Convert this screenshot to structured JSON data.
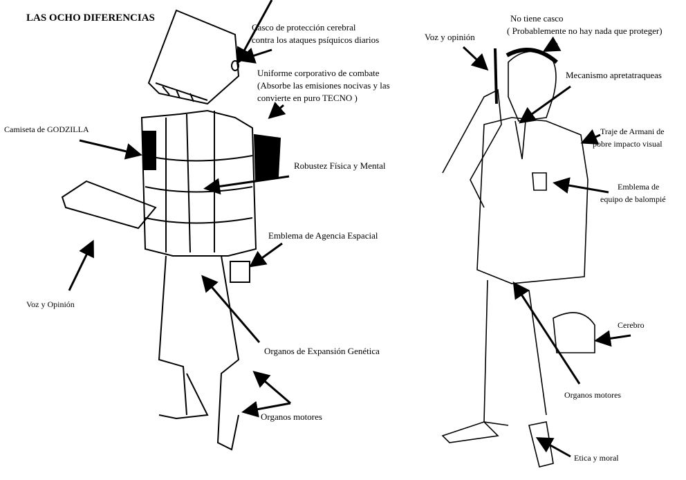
{
  "title": "LAS OCHO DIFERENCIAS",
  "left_figure": {
    "labels": {
      "helmet_1": "Casco de protección cerebral",
      "helmet_2": "contra los ataques psíquicos diarios",
      "uniform_1": "Uniforme corporativo de combate",
      "uniform_2": "(Absorbe las emisiones nocivas y las",
      "uniform_3": "convierte en puro TECNO )",
      "tshirt": "Camiseta de GODZILLA",
      "strength": "Robustez Física y Mental",
      "emblem": "Emblema de Agencia Espacial",
      "voice": "Voz y Opinión",
      "organs": "Organos de Expansión Genética",
      "motor": "Organos motores"
    }
  },
  "right_figure": {
    "labels": {
      "nohelmet_1": "No tiene casco",
      "nohelmet_2": "( Probablemente no hay nada que proteger)",
      "voice": "Voz y opinión",
      "tie": "Mecanismo apretatraqueas",
      "suit_1": "Traje de Armani de",
      "suit_2": "pobre impacto visual",
      "emblem_1": "Emblema de",
      "emblem_2": "equipo de balompié",
      "brain": "Cerebro",
      "motor": "Organos motores",
      "ethics": "Etica y moral"
    }
  }
}
